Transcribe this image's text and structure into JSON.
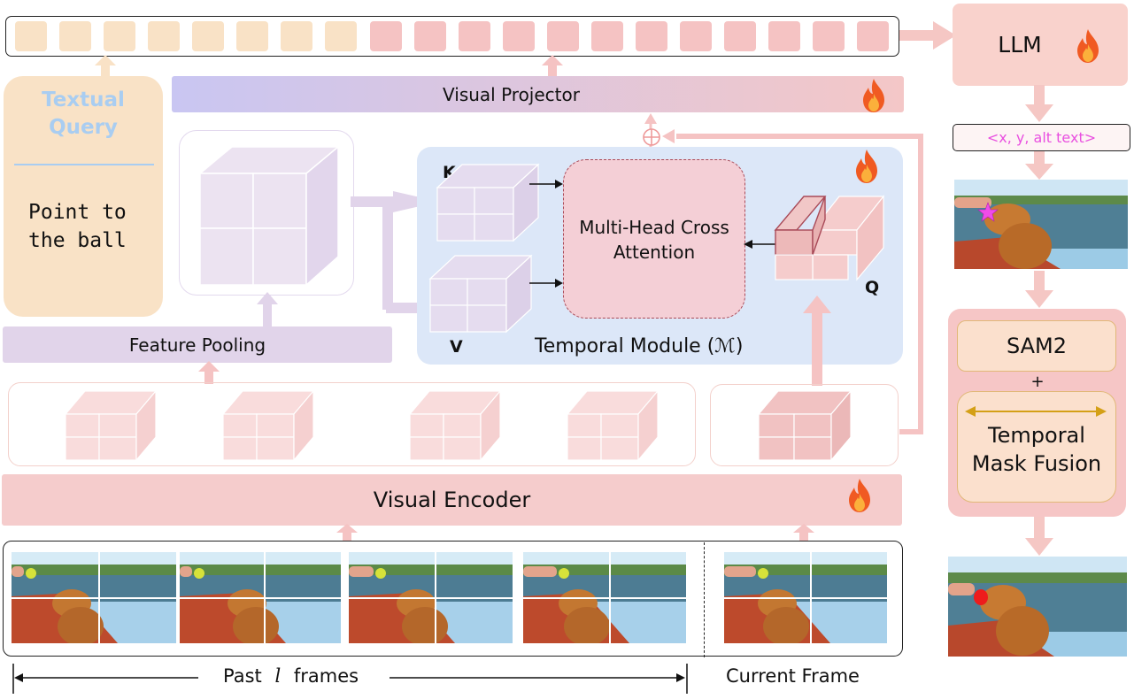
{
  "token_bar": {
    "text_tokens": 8,
    "visual_tokens": 12
  },
  "llm": {
    "label": "LLM"
  },
  "output_text": "<x, y, alt text>",
  "textual_query": {
    "title": "Textual Query",
    "body": "Point to\nthe ball"
  },
  "visual_projector": {
    "label": "Visual Projector"
  },
  "feature_pooling": {
    "label": "Feature Pooling"
  },
  "temporal_module": {
    "label": "Temporal Module (ℳ)",
    "attention_label": "Multi-Head Cross\nAttention",
    "k_label": "K",
    "v_label": "V",
    "q_label": "Q"
  },
  "visual_encoder": {
    "label": "Visual Encoder"
  },
  "sam2": {
    "label": "SAM2",
    "plus": "+"
  },
  "temporal_mask_fusion": {
    "label": "Temporal\nMask Fusion"
  },
  "frames": {
    "past_label": "Past",
    "l_symbol": "l",
    "frames_word": "frames",
    "current_label": "Current Frame"
  },
  "colors": {
    "text_token": "#f9e2c6",
    "visual_token": "#f5c3c3",
    "projector_start": "#c9c6f2",
    "projector_end": "#f4c7c7",
    "temporal_bg": "#dce7f8",
    "attention_bg": "#f4cfd6",
    "pooling": "#e1d4ea",
    "encoder": "#f5cccc",
    "query_title": "#a9cdf1",
    "output_text": "#e94fe0"
  },
  "icons": [
    "fire-icon",
    "fire-icon",
    "fire-icon",
    "fire-icon",
    "star-icon",
    "oplus-icon",
    "arrow-icon"
  ]
}
